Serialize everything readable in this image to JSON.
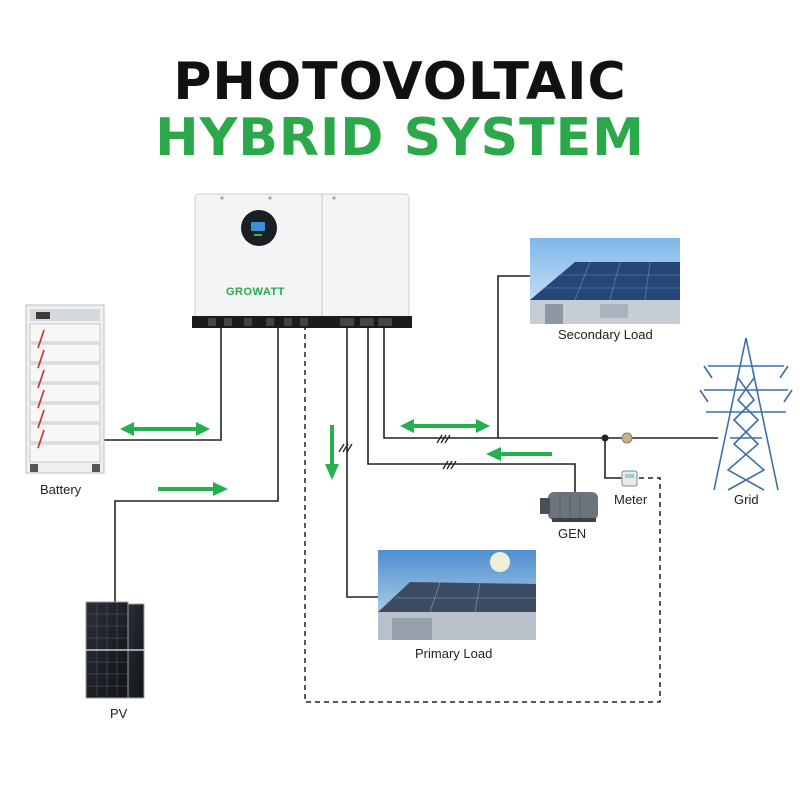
{
  "title": {
    "line1": "PHOTOVOLTAIC",
    "line2": "HYBRID SYSTEM"
  },
  "inverter": {
    "brand": "GROWATT"
  },
  "components": {
    "battery": "Battery",
    "pv": "PV",
    "secondary_load": "Secondary Load",
    "primary_load": "Primary Load",
    "gen": "GEN",
    "meter": "Meter",
    "grid": "Grid"
  },
  "colors": {
    "title_dark": "#111111",
    "title_green": "#2aa84a",
    "arrow_green": "#22b14c",
    "wire": "#222222"
  }
}
